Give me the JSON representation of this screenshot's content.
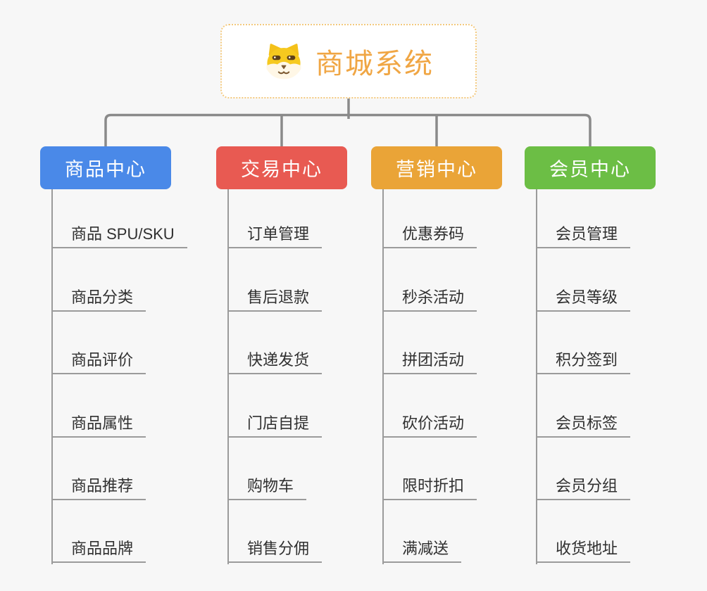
{
  "root": {
    "title": "商城系统",
    "icon": "dog-face-icon",
    "border_color": "#f3c97e",
    "title_color": "#f0a644"
  },
  "line_color": "#8a8a8a",
  "spine_color": "#9b9b9b",
  "background_color": "#f7f7f7",
  "branches": [
    {
      "label": "商品中心",
      "color": "#4a89e8",
      "children": [
        "商品 SPU/SKU",
        "商品分类",
        "商品评价",
        "商品属性",
        "商品推荐",
        "商品品牌"
      ]
    },
    {
      "label": "交易中心",
      "color": "#e85a52",
      "children": [
        "订单管理",
        "售后退款",
        "快递发货",
        "门店自提",
        "购物车",
        "销售分佣"
      ]
    },
    {
      "label": "营销中心",
      "color": "#eaa437",
      "children": [
        "优惠券码",
        "秒杀活动",
        "拼团活动",
        "砍价活动",
        "限时折扣",
        "满减送"
      ]
    },
    {
      "label": "会员中心",
      "color": "#6cbe45",
      "children": [
        "会员管理",
        "会员等级",
        "积分签到",
        "会员标签",
        "会员分组",
        "收货地址"
      ]
    }
  ]
}
